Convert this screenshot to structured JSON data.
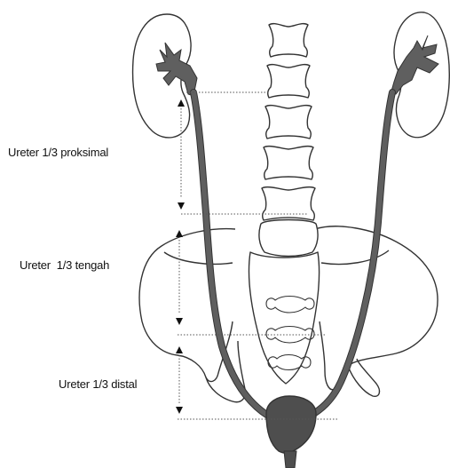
{
  "labels": {
    "proximal": "Ureter 1/3 proksimal",
    "middle": "Ureter  1/3 tengah",
    "distal": "Ureter 1/3 distal"
  },
  "colors": {
    "ureter": "#5f5f5f",
    "outline": "#333333",
    "bladder": "#4e4e4e",
    "guide": "#555555"
  }
}
